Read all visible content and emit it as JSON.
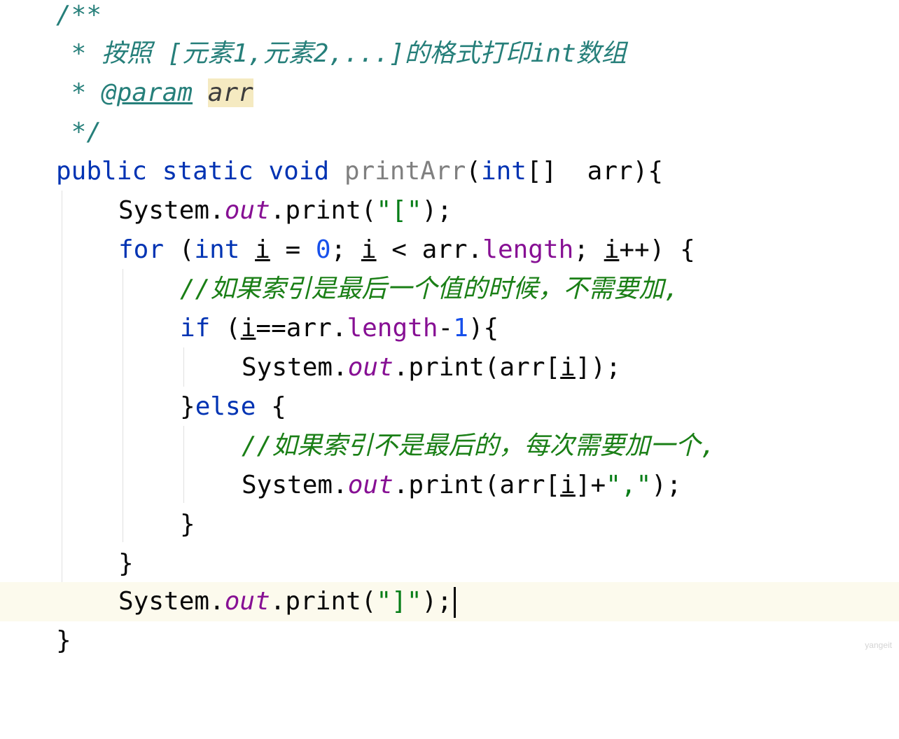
{
  "editor": {
    "language": "java",
    "lines": [
      {
        "text": "/**"
      },
      {
        "text": " * 按照 [元素1,元素2,...]的格式打印int数组"
      },
      {
        "text": " * @param arr"
      },
      {
        "text": " */"
      },
      {
        "text": "public static void printArr(int[]  arr){"
      },
      {
        "text": "    System.out.print(\"[\");"
      },
      {
        "text": "    for (int i = 0; i < arr.length; i++) {"
      },
      {
        "text": "        //如果索引是最后一个值的时候，不需要加,"
      },
      {
        "text": "        if (i==arr.length-1){"
      },
      {
        "text": "            System.out.print(arr[i]);"
      },
      {
        "text": "        }else {"
      },
      {
        "text": "            //如果索引不是最后的，每次需要加一个,"
      },
      {
        "text": "            System.out.print(arr[i]+\",\");"
      },
      {
        "text": "        }"
      },
      {
        "text": "    }"
      },
      {
        "text": "    System.out.print(\"]\");"
      },
      {
        "text": "}"
      }
    ],
    "current_line": 16
  },
  "tokens": {
    "l1_doc_open": "/**",
    "l2_doc_star": " * ",
    "l2_doc_text": "按照 [元素1,元素2,...]的格式打印int数组",
    "l3_doc_star": " * ",
    "l3_doc_tag": "@param",
    "l3_space": " ",
    "l3_doc_param": "arr",
    "l4_doc_close": " */",
    "l5_public": "public",
    "l5_static": "static",
    "l5_void": "void",
    "l5_name": "printArr",
    "l5_paren": "(",
    "l5_int": "int",
    "l5_rest": "[]  arr){",
    "l6_system": "System.",
    "l6_out": "out",
    "l6_rest_a": ".print(",
    "l6_str": "\"[\"",
    "l6_rest_b": ");",
    "l7_for": "for",
    "l7_p1": " (",
    "l7_int": "int",
    "l7_sp": " ",
    "l7_i1": "i",
    "l7_eq": " = ",
    "l7_zero": "0",
    "l7_semi": "; ",
    "l7_i2": "i",
    "l7_lt": " < arr.",
    "l7_length": "length",
    "l7_semi2": "; ",
    "l7_i3": "i",
    "l7_tail": "++) {",
    "l8_slash": "//",
    "l8_comment": "如果索引是最后一个值的时候，不需要加,",
    "l9_if": "if",
    "l9_p1": " (",
    "l9_i": "i",
    "l9_mid": "==arr.",
    "l9_length": "length",
    "l9_minus": "-",
    "l9_one": "1",
    "l9_tail": "){",
    "l10_system": "System.",
    "l10_out": "out",
    "l10_mid": ".print(arr[",
    "l10_i": "i",
    "l10_tail": "]);",
    "l11_close": "}",
    "l11_else": "else",
    "l11_tail": " {",
    "l12_slash": "//",
    "l12_comment": "如果索引不是最后的，每次需要加一个,",
    "l13_system": "System.",
    "l13_out": "out",
    "l13_mid": ".print(arr[",
    "l13_i": "i",
    "l13_plus": "]+",
    "l13_str": "\",\"",
    "l13_tail": ");",
    "l14_close": "}",
    "l15_close": "}",
    "l16_system": "System.",
    "l16_out": "out",
    "l16_rest_a": ".print(",
    "l16_str": "\"]\"",
    "l16_rest_b": ");",
    "l17_close": "}"
  },
  "watermark": "yangeit",
  "colors": {
    "keyword": "#0033b3",
    "number": "#1750eb",
    "field": "#871094",
    "string": "#067d17",
    "doc": "#267f7a",
    "comment": "#1a7f16",
    "current_line_bg": "#fcfaed",
    "param_highlight_bg": "#f5eac1"
  }
}
